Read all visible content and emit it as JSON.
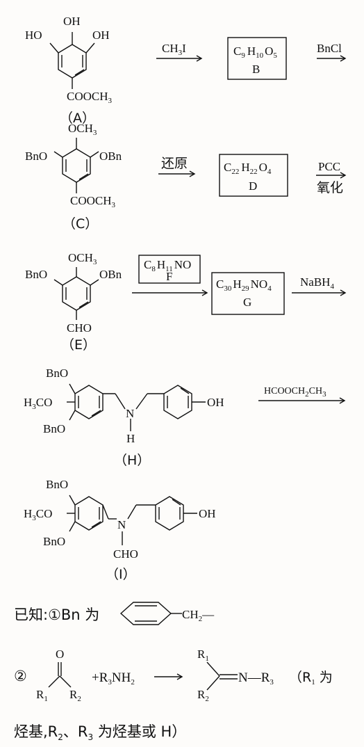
{
  "compounds": {
    "A": {
      "label": "（A）",
      "groups": [
        "HO",
        "OH",
        "OH",
        "COOCH"
      ]
    },
    "B": {
      "formula": [
        "C",
        "9",
        "H",
        "10",
        "O",
        "5"
      ],
      "label": "B"
    },
    "C": {
      "label": "（C）",
      "groups": [
        "BnO",
        "OCH",
        "OBn",
        "COOCH"
      ]
    },
    "D": {
      "formula": [
        "C",
        "22",
        "H",
        "22",
        "O",
        "4"
      ],
      "label": "D"
    },
    "E": {
      "label": "（E）",
      "groups": [
        "BnO",
        "OCH",
        "OBn",
        "CHO"
      ]
    },
    "F": {
      "formula": [
        "C",
        "8",
        "H",
        "11",
        "NO"
      ],
      "label": "F"
    },
    "G": {
      "formula": [
        "C",
        "30",
        "H",
        "29",
        "NO",
        "4"
      ],
      "label": "G"
    },
    "H": {
      "label": "（H）",
      "groups": [
        "BnO",
        "H",
        "CO",
        "BnO",
        "N",
        "H",
        "OH"
      ]
    },
    "I": {
      "label": "（I）",
      "groups": [
        "BnO",
        "H",
        "CO",
        "BnO",
        "N",
        "CHO",
        "OH"
      ]
    }
  },
  "reagents": {
    "r1": {
      "text": "CH",
      "sub": "3",
      "tail": "I"
    },
    "r2": {
      "text": "BnCl"
    },
    "r3": {
      "text": "还原"
    },
    "r4": {
      "top": "PCC",
      "bottom": "氧化"
    },
    "r5": {
      "text": "NaBH",
      "sub": "4"
    },
    "r6": {
      "text": "HCOOCH",
      "sub1": "2",
      "mid": "CH",
      "sub2": "3"
    }
  },
  "known": {
    "intro": "已知:①Bn 为",
    "bn_group": "CH",
    "bn_sub": "2",
    "bn_tail": "—",
    "item2_num": "②",
    "reactant_o": "O",
    "r1": "R",
    "r1_sub": "1",
    "r2": "R",
    "r2_sub": "2",
    "plus": "+R",
    "plus_sub": "3",
    "amine": "NH",
    "amine_sub": "2",
    "prod_r1": "R",
    "prod_r1_sub": "1",
    "prod_r2": "R",
    "prod_r2_sub": "2",
    "imine": "N—R",
    "imine_sub": "3",
    "cond_open": "（R",
    "cond_sub": "1",
    "cond_tail": " 为",
    "line3a": "烃基,R",
    "line3_sub2": "2",
    "line3b": "、R",
    "line3_sub3": "3",
    "line3c": " 为烃基或 H）"
  }
}
